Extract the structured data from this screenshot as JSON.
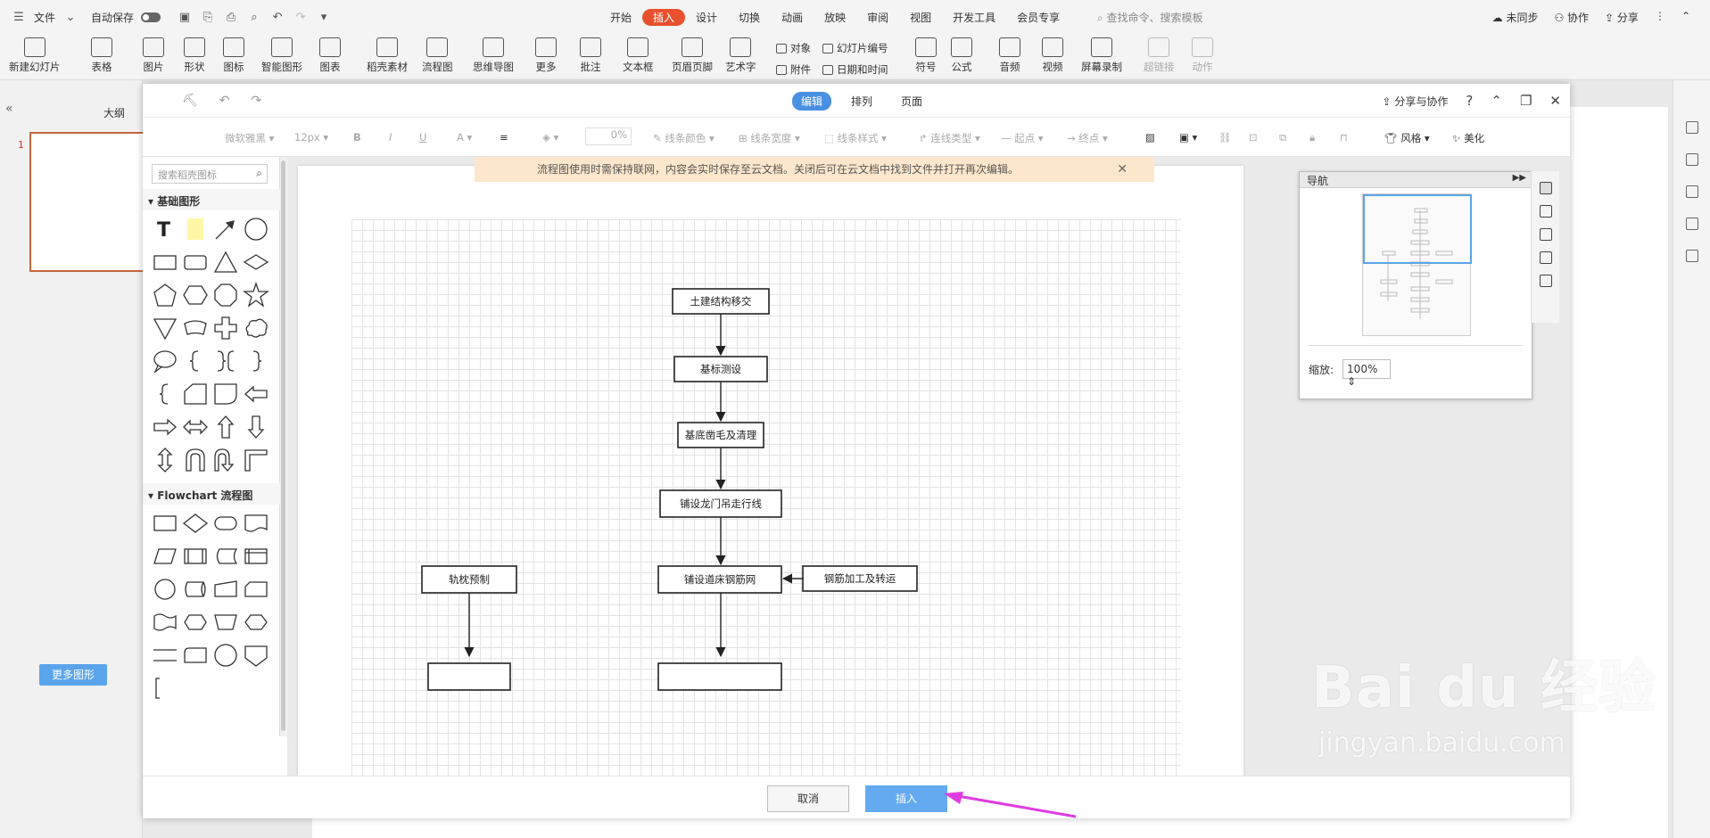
{
  "menubar": {
    "file": "文件",
    "autosave": "自动保存",
    "tabs": [
      "开始",
      "插入",
      "设计",
      "切换",
      "动画",
      "放映",
      "审阅",
      "视图",
      "开发工具",
      "会员专享"
    ],
    "search": "查找命令、搜索模板",
    "sync": "未同步",
    "collab": "协作",
    "share": "分享"
  },
  "ribbon": {
    "items": [
      "新建幻灯片",
      "表格",
      "图片",
      "形状",
      "图标",
      "智能图形",
      "图表",
      "稻壳素材",
      "流程图",
      "思维导图",
      "更多",
      "批注",
      "文本框",
      "页眉页脚",
      "艺术字",
      "符号",
      "公式",
      "音频",
      "视频",
      "屏幕录制",
      "超链接",
      "动作"
    ],
    "small": [
      "对象",
      "幻灯片编号",
      "附件",
      "日期和时间"
    ]
  },
  "ppt_left": {
    "outline": "大纲",
    "slide_number": "1"
  },
  "dialog": {
    "tabs": [
      "编辑",
      "排列",
      "页面"
    ],
    "share_collab": "分享与协作",
    "toolbar": {
      "font": "微软雅黑",
      "size": "12px",
      "opacity": "0%",
      "line_color": "线条颜色",
      "line_width": "线条宽度",
      "line_style": "线条样式",
      "connector": "连线类型",
      "start": "起点",
      "end": "终点",
      "style": "风格",
      "beautify": "美化"
    },
    "search_placeholder": "搜索稻壳图标",
    "sec_basic": "基础图形",
    "sec_flow": "Flowchart 流程图",
    "more_shapes": "更多图形",
    "notice": "流程图使用时需保持联网，内容会实时保存至云文档。关闭后可在云文档中找到文件并打开再次编辑。",
    "nav_title": "导航",
    "zoom_label": "缩放:",
    "zoom_value": "100%",
    "cancel": "取消",
    "insert": "插入"
  },
  "flowchart": {
    "nodes": [
      "土建结构移交",
      "基标测设",
      "基底凿毛及清理",
      "铺设龙门吊走行线",
      "铺设道床钢筋网",
      "钢筋加工及转运",
      "轨枕预制"
    ]
  },
  "watermark": {
    "logo": "Bai du 经验",
    "url": "jingyan.baidu.com"
  },
  "colors": {
    "accent_tab": "#e8502e",
    "dialog_blue": "#4a90e2",
    "insert_btn": "#64aaf0",
    "notice_bg": "#fde7cc",
    "annotation": "#e03ce0"
  }
}
